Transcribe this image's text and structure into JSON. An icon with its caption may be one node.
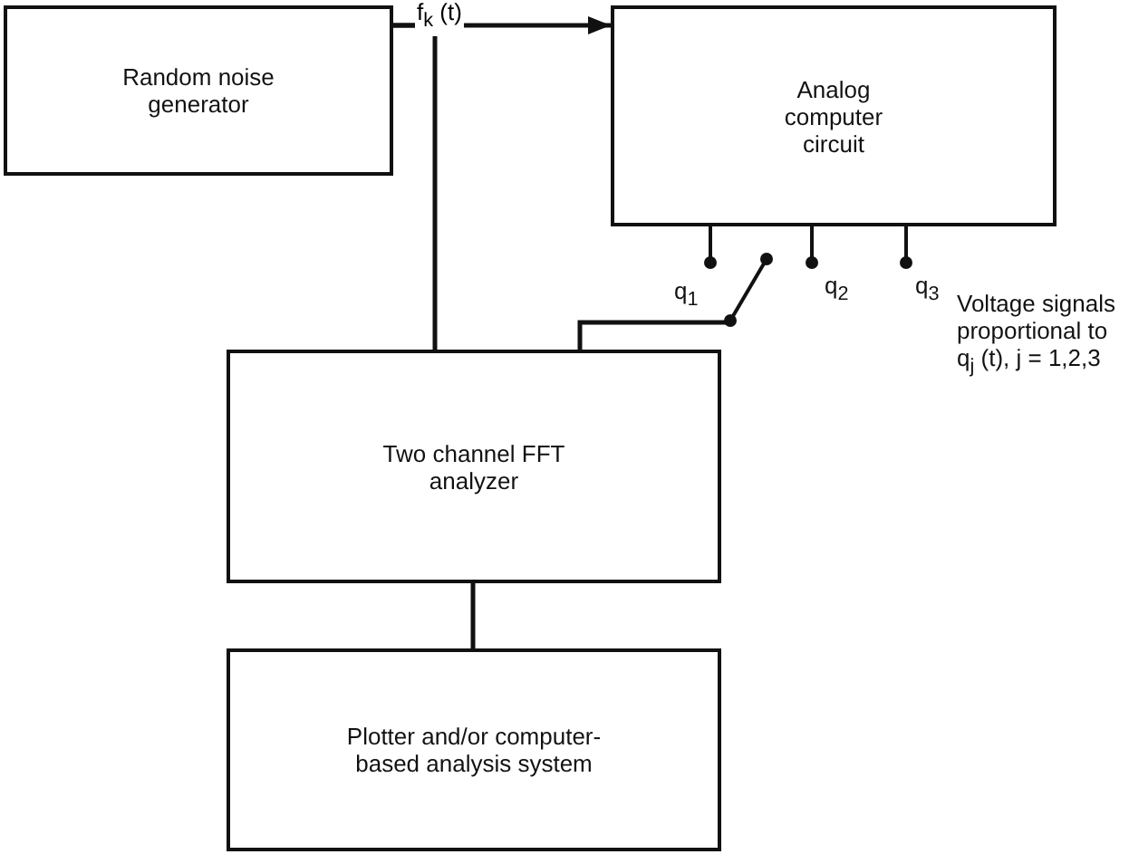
{
  "diagram": {
    "nodes": [
      {
        "text": [
          "Random noise generator"
        ]
      },
      {
        "text": [
          "Analog computer circuit"
        ]
      },
      {
        "text": [
          "Two channel FFT analyzer"
        ]
      },
      {
        "text": [
          "Plotter and/or computer-based analysis system"
        ]
      },
      {
        "text": [],
        "shape": "picture"
      }
    ],
    "edges": [
      {
        "from": 0,
        "to": 1,
        "arrow": "to",
        "label": "f$_{k}$ (t)"
      },
      {
        "from": 0,
        "to": 2,
        "arrow": "none"
      },
      {
        "from": 2,
        "to": 4,
        "arrow": "none"
      },
      {
        "from": 2,
        "to": 3,
        "arrow": "none"
      }
    ],
    "labels": [
      "q$_{1}$",
      "q$_{2}$",
      "q$_{3}$",
      "Voltage signals proportional to q$_{j}$ (t), j = 1,2,3"
    ]
  }
}
